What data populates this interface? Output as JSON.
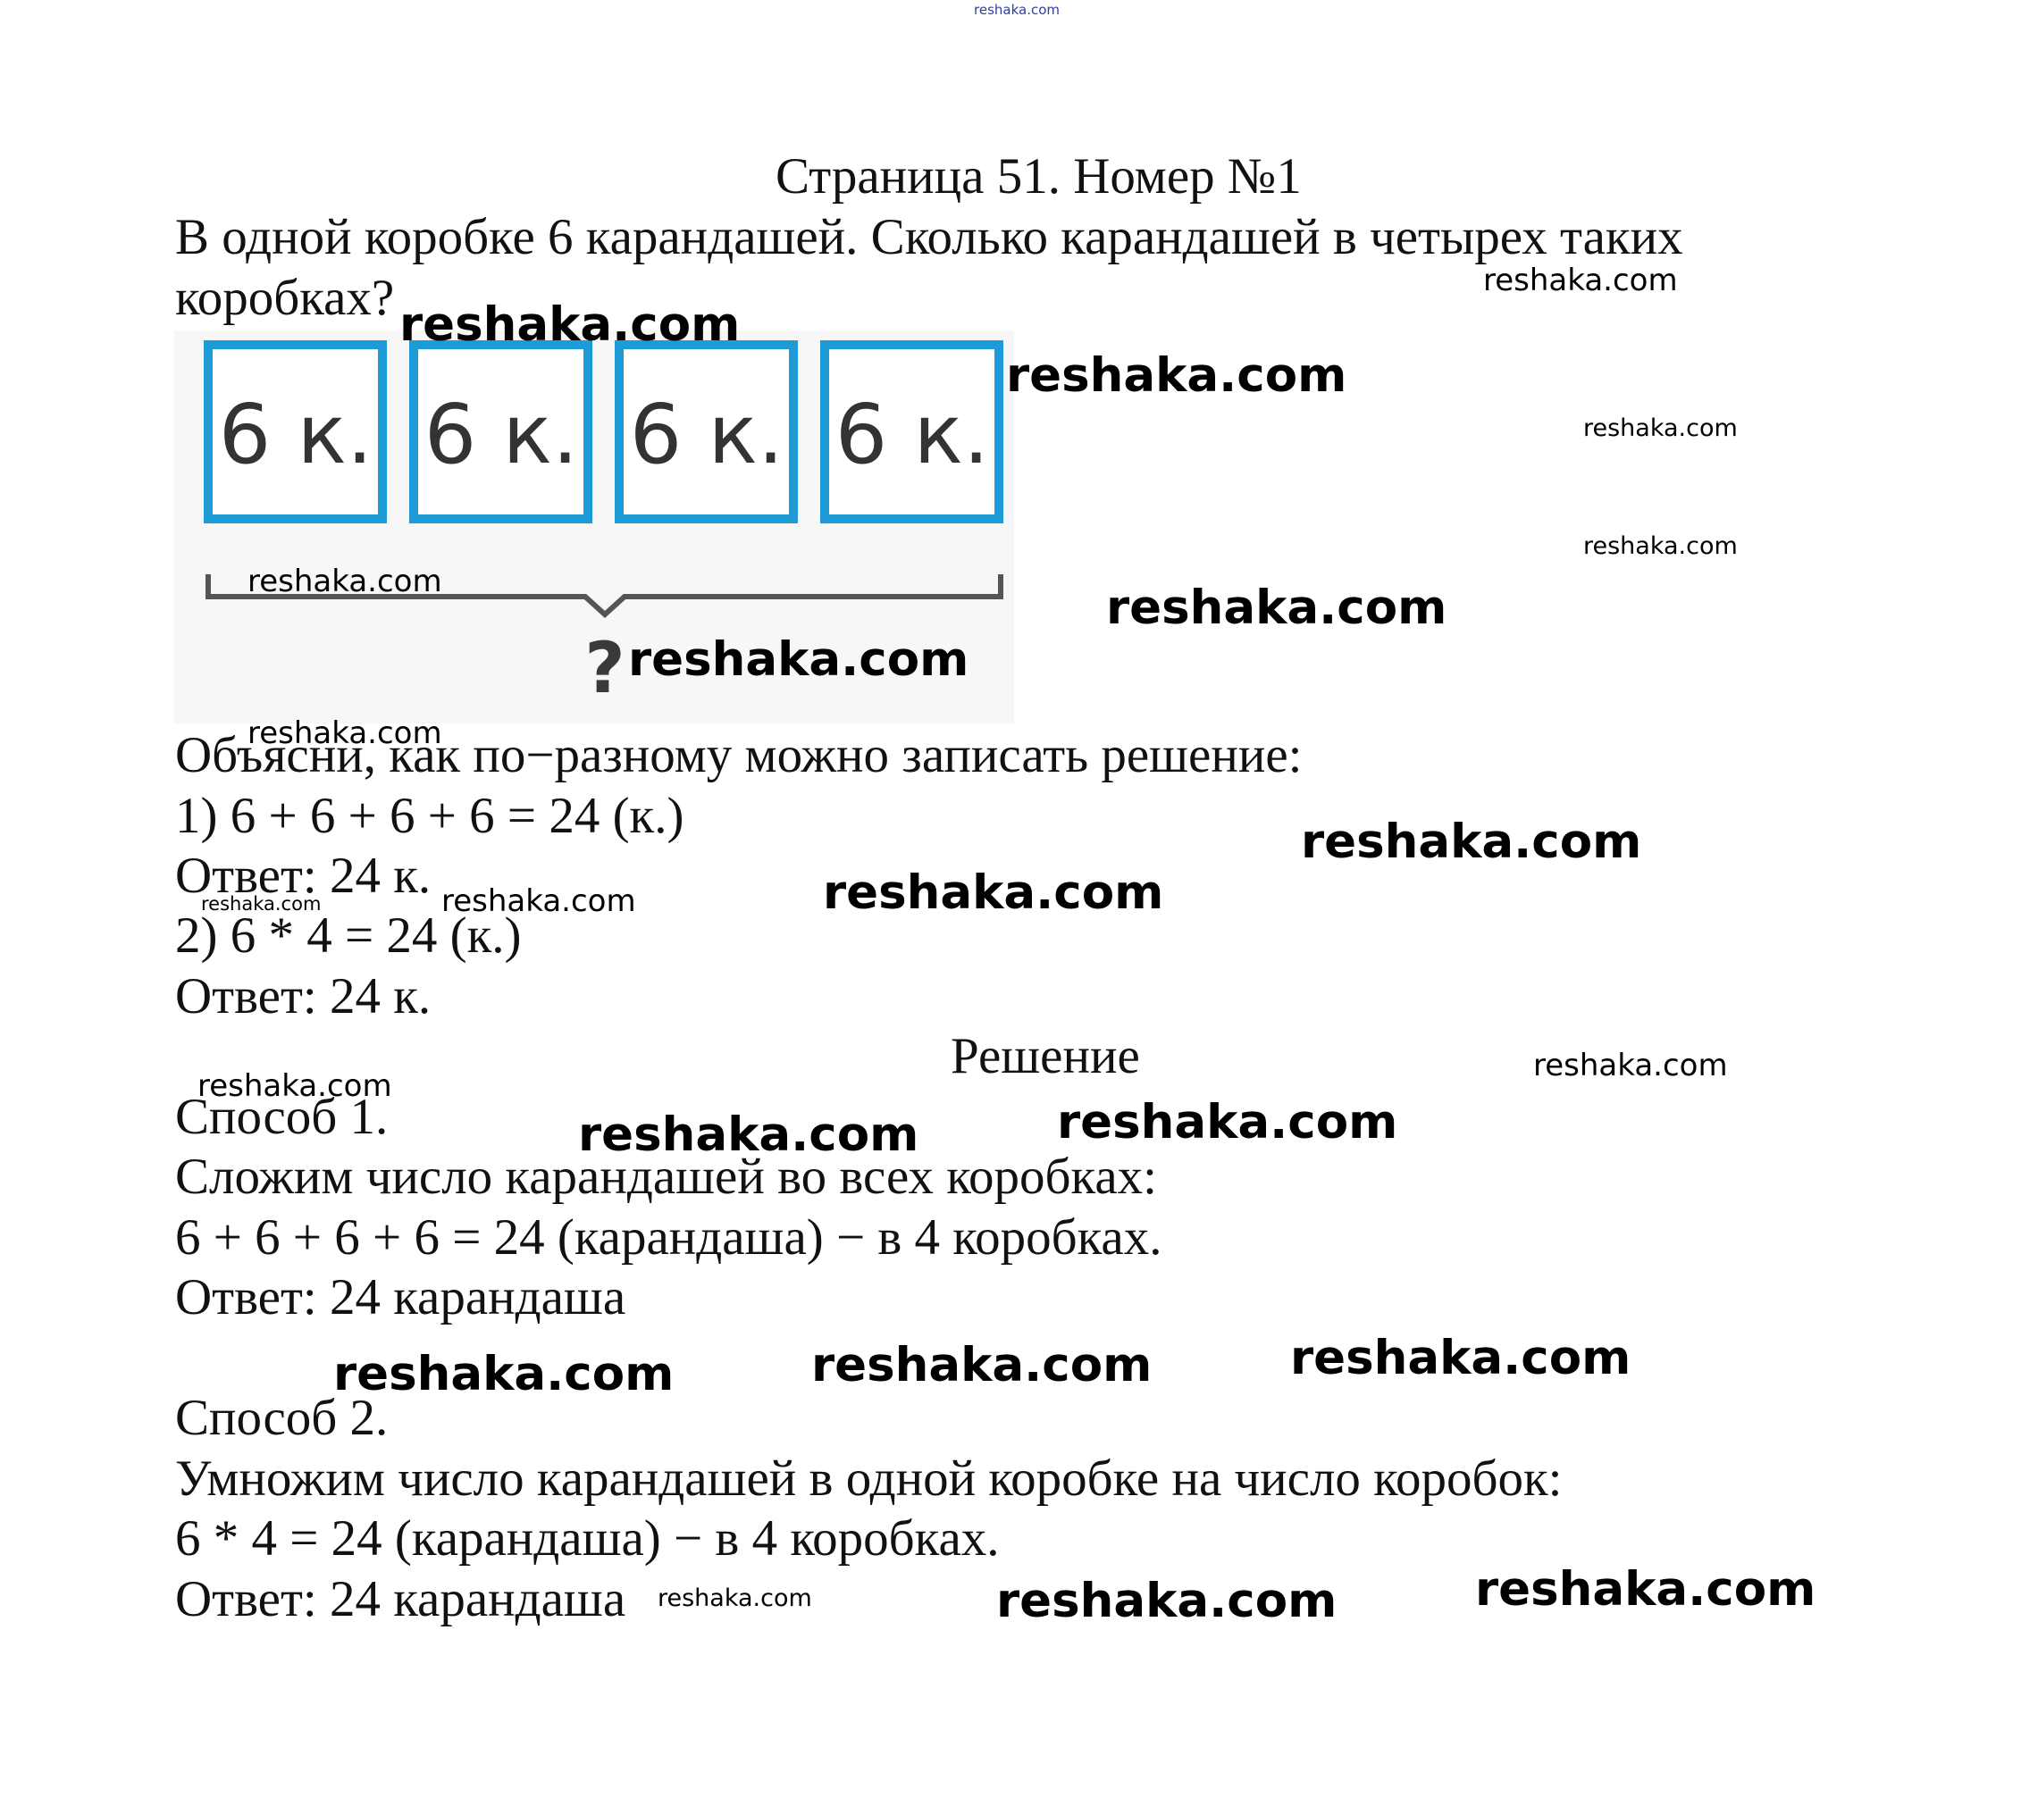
{
  "top_watermark": "reshaka.com",
  "title": "Страница 51. Номер №1",
  "task": {
    "line1": "В одной коробке 6 карандашей. Сколько карандашей в четырех таких",
    "line2": "коробках?"
  },
  "diagram": {
    "boxes": [
      "6 к.",
      "6 к.",
      "6 к.",
      "6 к."
    ],
    "question": "?",
    "border_color": "#1e9ad6",
    "bracket_color": "#555555"
  },
  "explain": {
    "prompt": "Объясни, как по−разному можно записать решение:",
    "way1_expr": "1) 6 + 6 + 6 + 6 = 24 (к.)",
    "way1_answer": "Ответ: 24 к.",
    "way2_expr": "2) 6 * 4 = 24 (к.)",
    "way2_answer": "Ответ: 24 к."
  },
  "solution": {
    "heading": "Решение",
    "method1": {
      "label": "Способ 1.",
      "description": "Сложим число карандашей во всех коробках:",
      "expression": "6 + 6 + 6 + 6 = 24 (карандаша) − в 4 коробках.",
      "answer": "Ответ: 24 карандаша"
    },
    "method2": {
      "label": "Способ 2.",
      "description": "Умножим число карандашей в одной коробке на число коробок:",
      "expression": "6 * 4 = 24 (карандаша) − в 4 коробках.",
      "answer": "Ответ: 24 карандаша"
    }
  },
  "watermark_text": "reshaka.com"
}
